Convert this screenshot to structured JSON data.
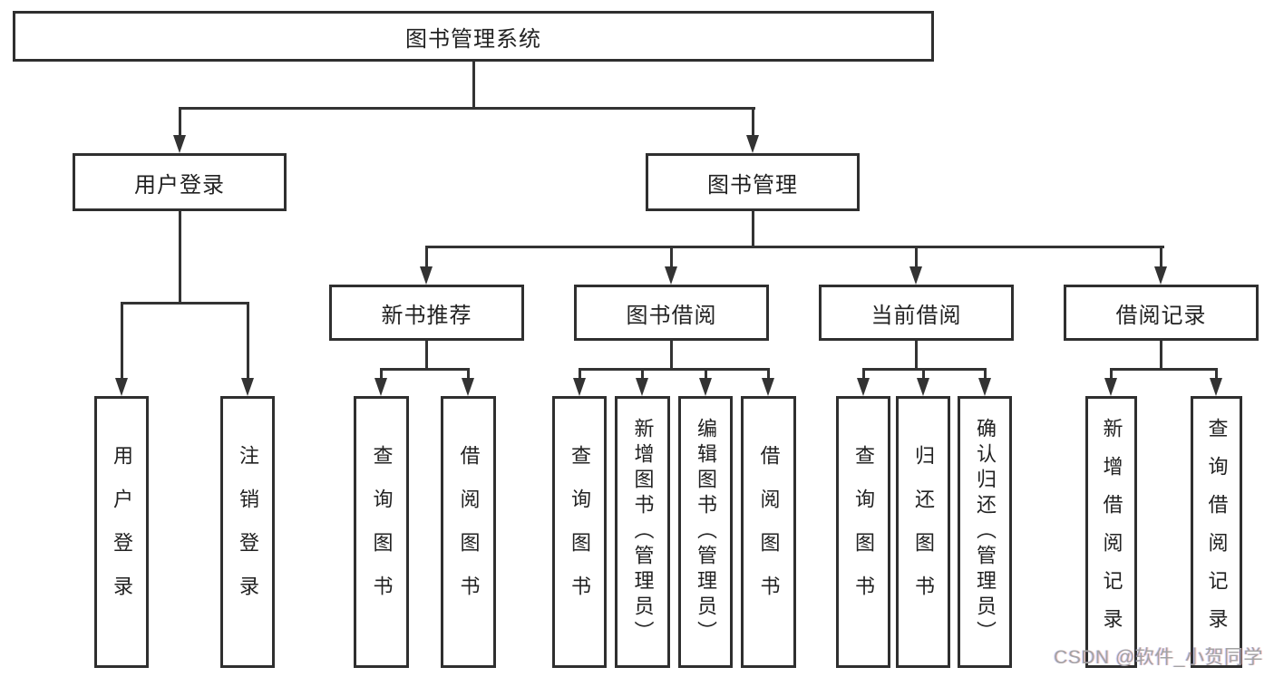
{
  "page": {
    "watermark": "CSDN @软件_小贺同学"
  },
  "colors": {
    "line": "#333333",
    "border": "#2f2f2f",
    "text": "#222222",
    "watermark": "#a3a3a3",
    "background": "#ffffff"
  },
  "tree": {
    "root": {
      "label": "图书管理系统"
    },
    "user_login": {
      "label": "用户登录",
      "children": [
        {
          "label": "用户登录"
        },
        {
          "label": "注销登录"
        }
      ]
    },
    "book_management": {
      "label": "图书管理",
      "sections": [
        {
          "label": "新书推荐",
          "children": [
            {
              "label": "查询图书"
            },
            {
              "label": "借阅图书"
            }
          ]
        },
        {
          "label": "图书借阅",
          "children": [
            {
              "label": "查询图书"
            },
            {
              "label": "新增图书（管理员）"
            },
            {
              "label": "编辑图书（管理员）"
            },
            {
              "label": "借阅图书"
            }
          ]
        },
        {
          "label": "当前借阅",
          "children": [
            {
              "label": "查询图书"
            },
            {
              "label": "归还图书"
            },
            {
              "label": "确认归还（管理员）"
            }
          ]
        },
        {
          "label": "借阅记录",
          "children": [
            {
              "label": "新增借阅记录"
            },
            {
              "label": "查询借阅记录"
            }
          ]
        }
      ]
    }
  }
}
